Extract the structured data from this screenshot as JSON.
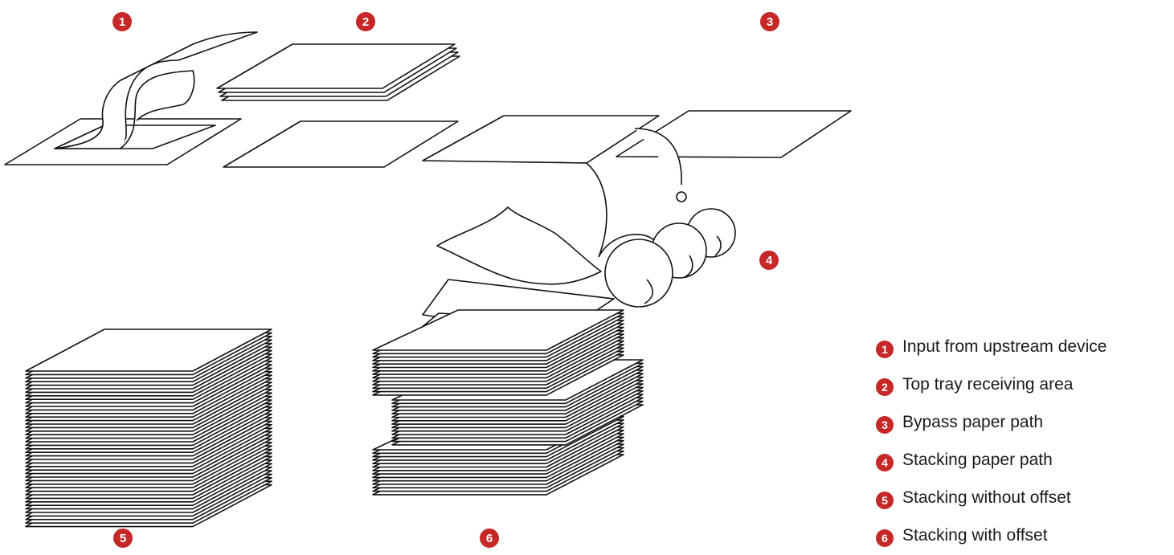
{
  "colors": {
    "badge": "#c62828",
    "stroke": "#111111",
    "paper": "#ffffff"
  },
  "badges": [
    {
      "id": 1,
      "text": "1"
    },
    {
      "id": 2,
      "text": "2"
    },
    {
      "id": 3,
      "text": "3"
    },
    {
      "id": 4,
      "text": "4"
    },
    {
      "id": 5,
      "text": "5"
    },
    {
      "id": 6,
      "text": "6"
    }
  ],
  "legend": [
    {
      "number": "1",
      "label": "Input from upstream device"
    },
    {
      "number": "2",
      "label": "Top tray receiving area"
    },
    {
      "number": "3",
      "label": "Bypass paper path"
    },
    {
      "number": "4",
      "label": "Stacking paper path"
    },
    {
      "number": "5",
      "label": "Stacking without offset"
    },
    {
      "number": "6",
      "label": "Stacking with offset"
    }
  ]
}
